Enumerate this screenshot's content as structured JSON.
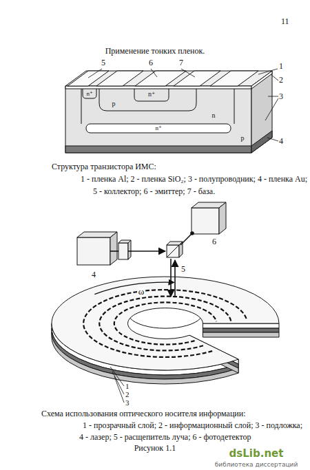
{
  "diagram": {
    "title": "Применение тонких пленок.",
    "caption": "Рисунок 1.1",
    "labels": [
      "11",
      "5",
      "6",
      "7",
      "1",
      "2",
      "3",
      "4",
      "n⁺",
      "p",
      "n⁺",
      "n",
      "n⁺",
      "p",
      "Структура транзистора ИМС:",
      "1 - пленка Al; 2 - пленка SiO₂; 3 - полупроводник; 4 - пленка Au;",
      "5 - коллектор; 6 - эмиттер; 7 - база.",
      "4",
      "5",
      "6",
      "ω",
      "1",
      "2",
      "3",
      "Схема использования оптического носителя информации:",
      "1 - прозрачный слой; 2 - информационный слой; 3 - подложка;",
      "4 - лазер; 5 - расщепитель луча; 6 - фотодетектор",
      "dsLib.net",
      "библиотека диссертаций"
    ]
  }
}
